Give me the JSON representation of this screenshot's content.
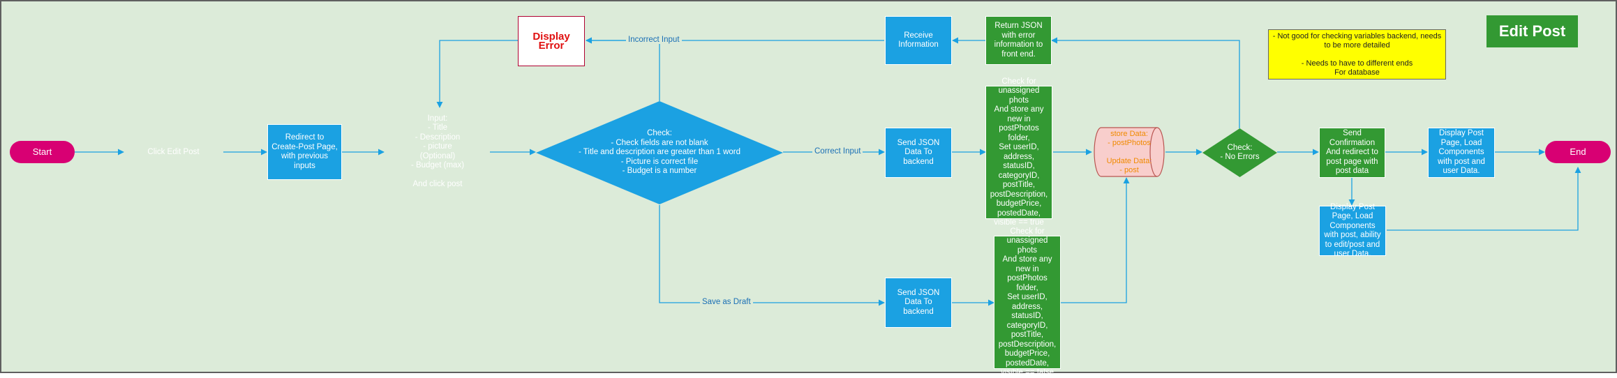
{
  "title": "Edit Post",
  "note": "- Not good for checking variables backend, needs to be more detailed\n\n- Needs to have to different ends\nFor database",
  "nodes": {
    "start": "Start",
    "click_edit": "Click Edit Post",
    "redirect_create": "Redirect to Create-Post Page, with previous inputs",
    "input": "Input:\n- Title\n- Description\n- picture\n(Optional)\n- Budget (max)\n\nAnd click post",
    "check_inputs": "Check:\n- Check fields are not blank\n- Title and description are greater than 1 word\n- Picture is correct file\n- Budget is a number",
    "display_error": "Display Error",
    "receive_info": "Receive Information",
    "return_json": "Return JSON with error information to front end.",
    "send_json_top": "Send JSON Data To backend",
    "check_store_top": "Check for unassigned phots\nAnd store any new in postPhotos folder,\nSet userID, address, statusID, categoryID, postTitle, postDescription, budgetPrice, postedDate, visible == true",
    "store_data": "store Data:\n- postPhotos\n\nUpdate Data:\n- post",
    "check_errors": "Check:\n- No Errors",
    "send_confirmation": "Send Confirmation And redirect to post page with post data",
    "display_post_top": "Display Post Page, Load Components with post and user Data.",
    "end": "End",
    "display_post_edit": "Display Post Page, Load Components with post, ability to edit/post and user Data.",
    "send_json_bottom": "Send JSON Data To backend",
    "check_store_bottom": "Check for unassigned phots\nAnd store any new in postPhotos folder,\nSet userID, address, statusID, categoryID, postTitle, postDescription, budgetPrice, postedDate, visible == false"
  },
  "edge_labels": {
    "incorrect": "Incorrect Input",
    "correct": "Correct Input",
    "draft": "Save as Draft"
  },
  "colors": {
    "background": "#dcebd9",
    "process_blue": "#1ba1e2",
    "process_green": "#339933",
    "terminal": "#d80073",
    "input": "#f0a30a",
    "error": "#e01010",
    "store": "#f8cecc",
    "note": "#ffff00",
    "connector": "#1ba1e2"
  }
}
